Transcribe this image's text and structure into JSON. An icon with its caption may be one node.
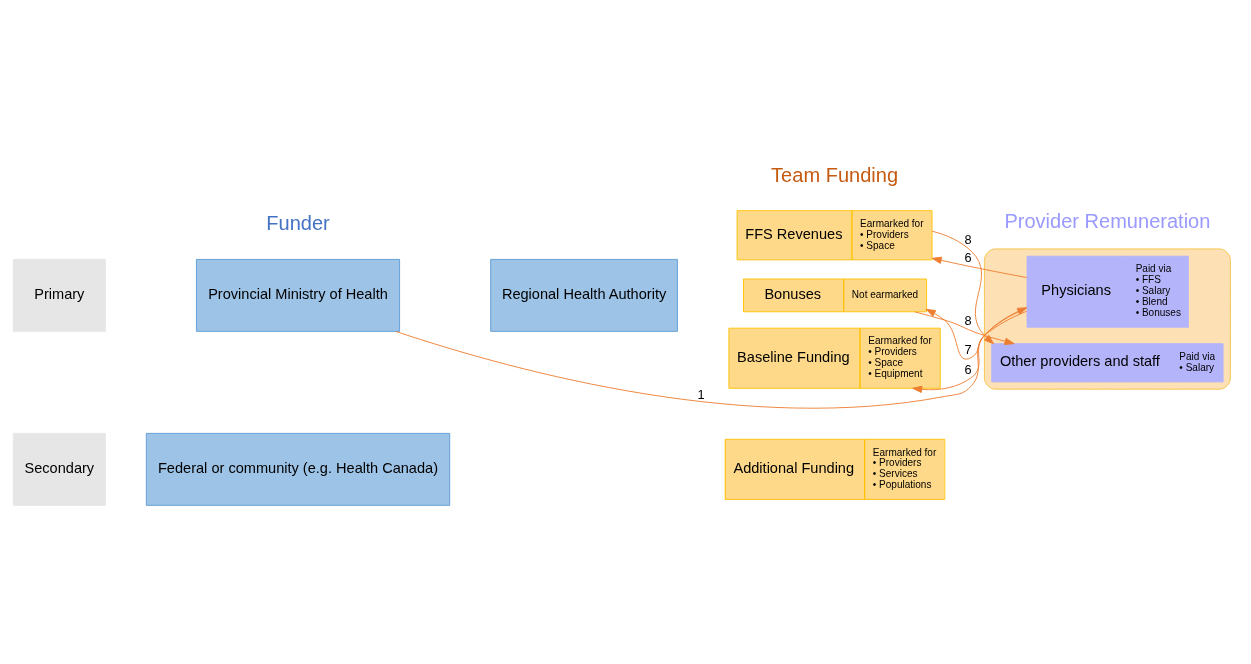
{
  "diagram": {
    "nodes": [
      {
        "text": [
          "Primary"
        ]
      },
      {
        "text": [
          "Provincial Ministry of Health"
        ]
      },
      {
        "text": [
          "Regional Health Authority"
        ]
      },
      {
        "text": [
          "FFS Revenues",
          "Earmarked for",
          "• Providers",
          "• Space"
        ]
      },
      {
        "text": [
          "Bonuses",
          "Not earmarked"
        ]
      },
      {
        "text": [
          "Baseline Funding",
          "Earmarked for",
          "• Providers",
          "• Space",
          "• Equipment"
        ]
      },
      {
        "text": [],
        "shape": "ellipse"
      },
      {
        "text": [
          "Physicians",
          "Paid via",
          "• FFS",
          "• Salary",
          "• Blend",
          "• Bonuses"
        ],
        "in": 6
      },
      {
        "text": [
          "Other providers and staff",
          "Paid via",
          "• Salary"
        ],
        "in": 6
      },
      {
        "text": [
          "Secondary"
        ]
      },
      {
        "text": [
          "Federal or community (e.g. Health Canada)"
        ]
      },
      {
        "text": [
          "Additional Funding",
          "Earmarked for",
          "• Providers",
          "• Services",
          "• Populations"
        ]
      }
    ],
    "edges": [
      {
        "from": 1,
        "to": 7,
        "arrow": "to",
        "label": "1"
      },
      {
        "from": 7,
        "to": 3,
        "arrow": "to",
        "label": "6"
      },
      {
        "from": 7,
        "to": 5,
        "arrow": "to",
        "label": "6"
      },
      {
        "from": 7,
        "to": 4,
        "arrow": "to",
        "label": "7"
      },
      {
        "from": 3,
        "to": 8,
        "arrow": "to",
        "label": "8"
      },
      {
        "from": 4,
        "to": 8,
        "arrow": "to",
        "label": "8"
      }
    ],
    "labels": [
      "Funder",
      "Team Funding",
      "Provider Remuneration"
    ]
  }
}
